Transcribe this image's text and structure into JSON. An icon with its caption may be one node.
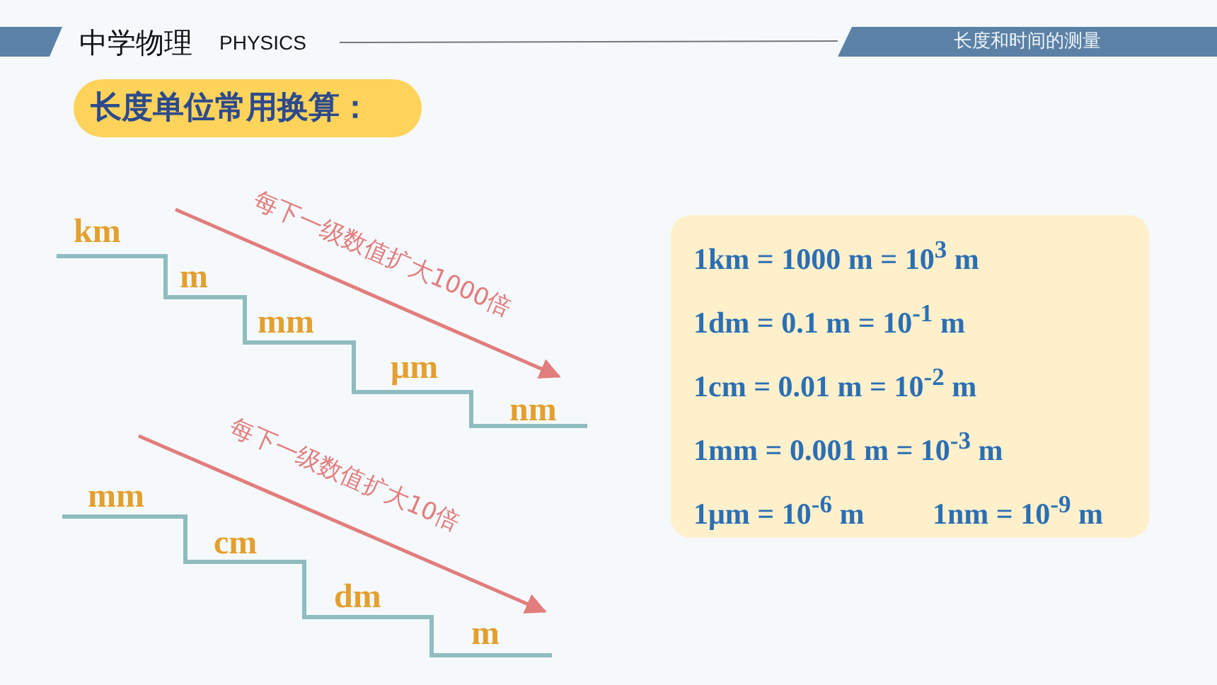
{
  "diagram": {
    "title": "中学物理",
    "nodes": [
      {
        "text": [
          "长度和时间的测量"
        ]
      },
      {
        "text": [
          "长度单位常用换算："
        ]
      },
      {
        "text": [
          "1km = 1000 m = 10$^{3}$ m",
          "1dm = 0.1 m = 10$^{-1}$ m",
          "1cm = 0.01 m = 10$^{-2}$ m",
          "1mm = 0.001 m = 10$^{-3}$ m",
          "1μm = 10$^{-6}$ m",
          "1nm = 10$^{-9}$ m"
        ]
      }
    ],
    "labels": [
      "PHYSICS",
      "km",
      "m",
      "mm",
      "μm",
      "nm",
      "每下一级数值扩大1000倍",
      "mm",
      "cm",
      "dm",
      "m",
      "每下一级数值扩大10倍"
    ]
  }
}
